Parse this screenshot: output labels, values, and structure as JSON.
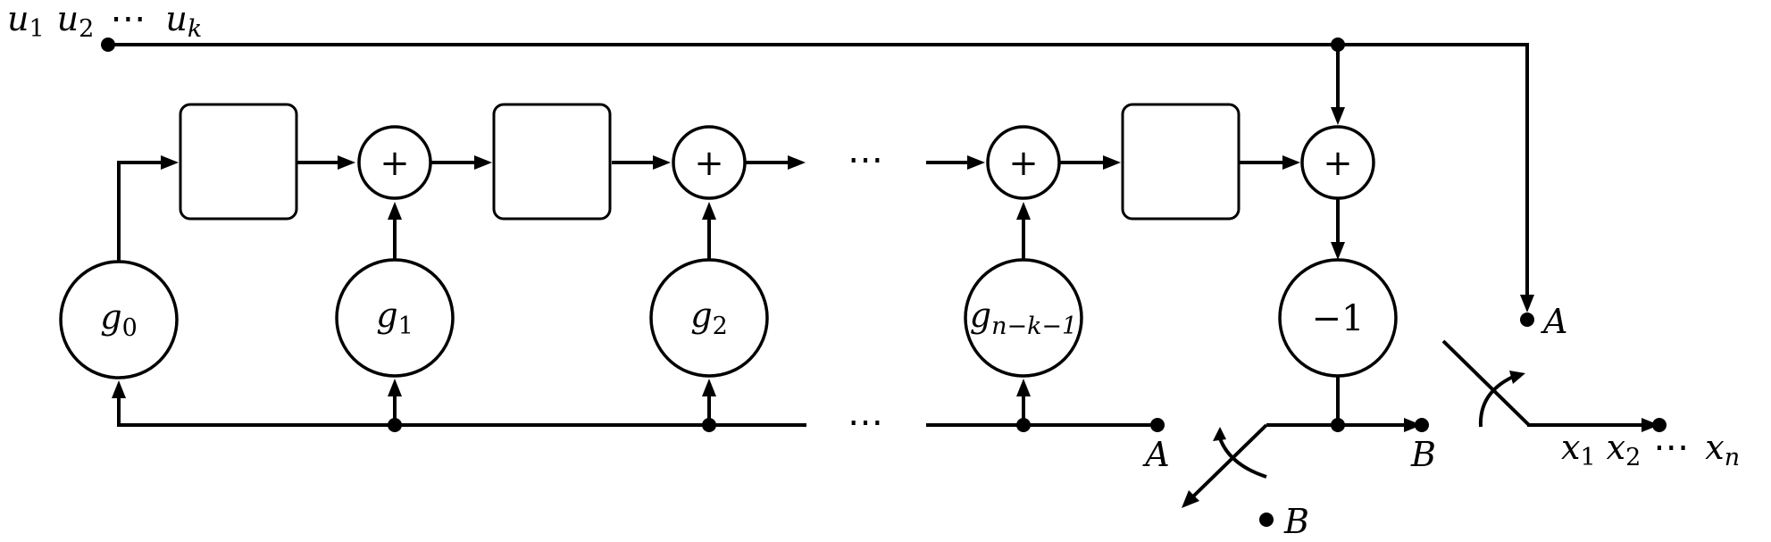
{
  "diagram": {
    "input_sequence": {
      "items": [
        {
          "base": "u",
          "sub": "1"
        },
        {
          "base": "u",
          "sub": "2"
        },
        {
          "sep": "⋯"
        },
        {
          "base": "u",
          "sub": "k"
        }
      ]
    },
    "output_sequence": {
      "items": [
        {
          "base": "x",
          "sub": "1"
        },
        {
          "base": "x",
          "sub": "2"
        },
        {
          "sep": "⋯"
        },
        {
          "base": "x",
          "sub": "n"
        }
      ]
    },
    "coefficients": [
      {
        "base": "g",
        "sub": "0"
      },
      {
        "base": "g",
        "sub": "1"
      },
      {
        "base": "g",
        "sub": "2"
      },
      {
        "base": "g",
        "sub": "n−k−1"
      }
    ],
    "feedback_gain": "−1",
    "adder_symbol": "+",
    "ellipsis": "⋯",
    "switch_label_a": "A",
    "switch_label_b": "B",
    "icons": {
      "register": "shift-register-box",
      "adder": "circled-plus",
      "multiplier": "coefficient-circle",
      "switch": "two-position-switch"
    }
  }
}
